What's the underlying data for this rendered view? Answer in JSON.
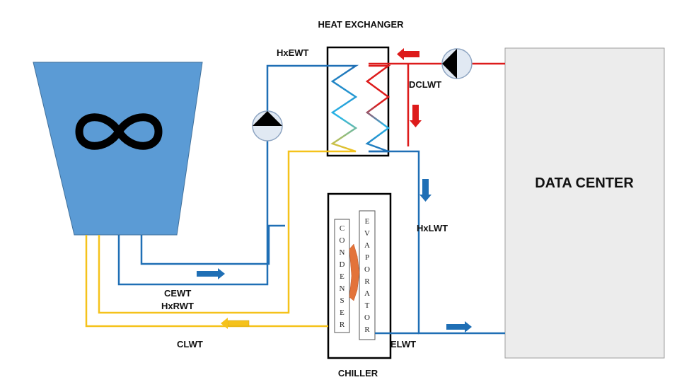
{
  "labels": {
    "heat_exchanger": "HEAT EXCHANGER",
    "data_center": "DATA CENTER",
    "chiller": "CHILLER",
    "condenser": "CONDENSER",
    "evaporator": "EVAPORATOR",
    "hxewt": "HxEWT",
    "dclwt": "DCLWT",
    "hxlwt": "HxLWT",
    "cewt": "CEWT",
    "hxrwt": "HxRWT",
    "clwt": "CLWT",
    "elwt": "ELWT"
  },
  "symbols": {
    "cooling_tower": "infinity-icon",
    "pump": "pump-icon",
    "flow_arrow": "flow-arrow-icon"
  },
  "colors": {
    "blue": "#1f6fb5",
    "red": "#dd1b1b",
    "yellow": "#f5c21b",
    "light_blue": "#29b6e8",
    "tower_fill": "#5b9bd5",
    "tower_stroke": "#41719c",
    "data_center_fill": "#ececec",
    "pump_fill": "#e1e9f3",
    "heat_transfer": "#e3733a"
  }
}
